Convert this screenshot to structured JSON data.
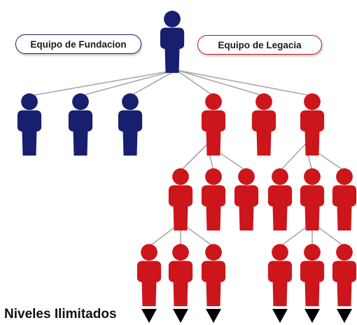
{
  "labels": {
    "founding_team": "Equipo de Fundacion",
    "legacy_team": "Equipo de Legacia",
    "levels": "Niveles Ilimitados"
  },
  "colors": {
    "founding": "#171f6e",
    "legacy": "#cc161b",
    "connector": "#a8a8a8",
    "arrow": "#000000"
  },
  "icons": {
    "person": "person-icon",
    "arrow": "triangle-down-icon"
  },
  "org_tree": {
    "root": {
      "team": "founding",
      "children": [
        "founding-1",
        "founding-2",
        "founding-3",
        "legacy-1",
        "legacy-2",
        "legacy-3"
      ]
    },
    "teams": [
      {
        "id": "founding",
        "members_level_1": 3
      },
      {
        "id": "legacy",
        "members_level_1": 3,
        "members_level_2": 6,
        "members_level_3": 6
      }
    ],
    "continuation_arrows": 6
  }
}
